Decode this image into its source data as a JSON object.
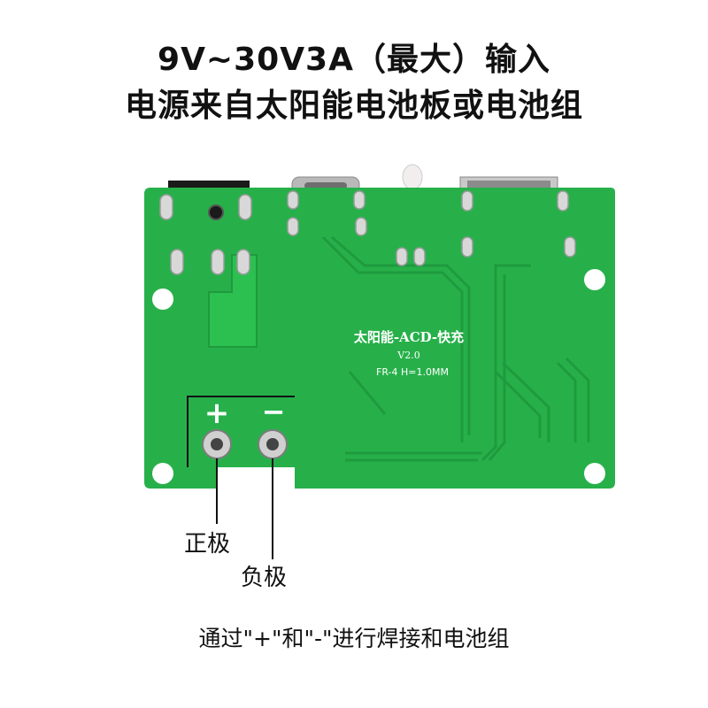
{
  "header": {
    "line1": "9V~30V3A（最大）输入",
    "line2": "电源来自太阳能电池板或电池组"
  },
  "board": {
    "silk_title": "太阳能-ACD-快充",
    "silk_version": "V2.0",
    "silk_spec": "FR-4  H=1.0MM",
    "plus_symbol": "+",
    "minus_symbol": "−",
    "pcb_color": "#27b04a",
    "trace_color": "#1f9a3e",
    "pad_color": "#d8d8d8"
  },
  "labels": {
    "positive": "正极",
    "negative": "负极"
  },
  "caption": "通过\"+\"和\"-\"进行焊接和电池组"
}
